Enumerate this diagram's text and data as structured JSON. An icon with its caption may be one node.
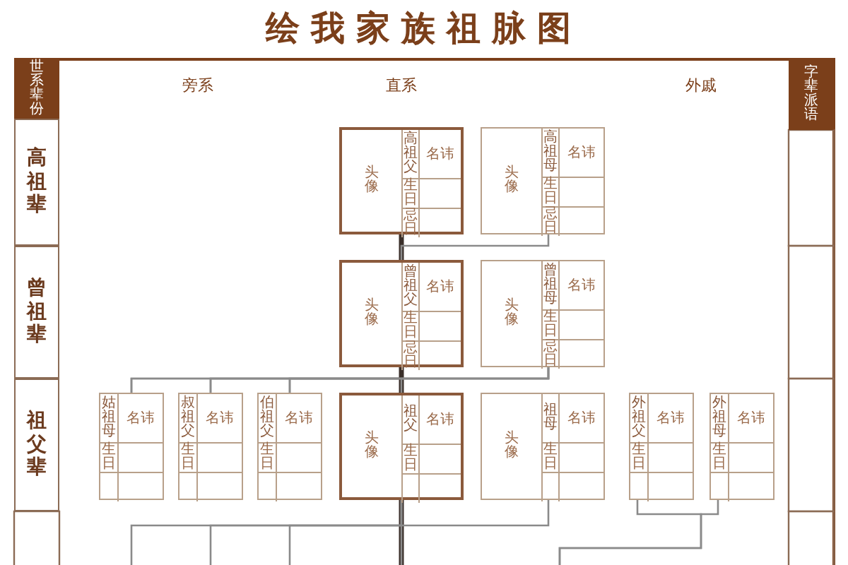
{
  "diagram": {
    "title": "绘我家族祖脉图",
    "nodes": [
      {
        "text": [
          "头像",
          "高祖父",
          "名讳",
          "生日",
          "忌日"
        ]
      },
      {
        "text": [
          "头像",
          "高祖母",
          "名讳",
          "生日",
          "忌日"
        ]
      },
      {
        "text": [
          "头像",
          "曾祖父",
          "名讳",
          "生日",
          "忌日"
        ]
      },
      {
        "text": [
          "头像",
          "曾祖母",
          "名讳",
          "生日",
          "忌日"
        ]
      },
      {
        "text": [
          "姑祖母",
          "名讳",
          "生日"
        ]
      },
      {
        "text": [
          "叔祖父",
          "名讳",
          "生日"
        ]
      },
      {
        "text": [
          "伯祖父",
          "名讳",
          "生日"
        ]
      },
      {
        "text": [
          "头像",
          "祖父",
          "名讳",
          "生日"
        ]
      },
      {
        "text": [
          "头像",
          "祖母",
          "名讳",
          "生日"
        ]
      },
      {
        "text": [
          "外祖父",
          "名讳",
          "生日"
        ]
      },
      {
        "text": [
          "外祖母",
          "名讳",
          "生日"
        ]
      },
      {
        "text": [
          "世系辈份"
        ]
      },
      {
        "text": [
          "高祖辈"
        ]
      },
      {
        "text": [
          "曾祖辈"
        ]
      },
      {
        "text": [
          "祖父辈"
        ]
      },
      {
        "text": [
          "字辈派语"
        ]
      }
    ],
    "edges": [
      {
        "from": 0,
        "to": 2,
        "arrow": "none",
        "style": "thick",
        "color": "#3a2f2a"
      },
      {
        "from": 1,
        "to": 2,
        "arrow": "none"
      },
      {
        "from": 2,
        "to": 4,
        "arrow": "none"
      },
      {
        "from": 2,
        "to": 5,
        "arrow": "none"
      },
      {
        "from": 2,
        "to": 6,
        "arrow": "none"
      },
      {
        "from": 2,
        "to": 7,
        "arrow": "none",
        "style": "thick",
        "color": "#3a2f2a"
      },
      {
        "from": 3,
        "to": 4,
        "arrow": "none"
      },
      {
        "from": 3,
        "to": 5,
        "arrow": "none"
      },
      {
        "from": 3,
        "to": 6,
        "arrow": "none"
      },
      {
        "from": 3,
        "to": 7,
        "arrow": "none"
      },
      {
        "from": 7,
        "to": null,
        "arrow": "none",
        "style": "thick",
        "color": "#3a2f2a"
      },
      {
        "from": 7,
        "to": null,
        "arrow": "none"
      },
      {
        "from": 7,
        "to": null,
        "arrow": "none"
      },
      {
        "from": 7,
        "to": null,
        "arrow": "none"
      },
      {
        "from": 8,
        "to": null,
        "arrow": "none"
      },
      {
        "from": 9,
        "to": null,
        "arrow": "none"
      },
      {
        "from": 10,
        "to": null,
        "arrow": "none"
      }
    ],
    "labels": [
      "旁系",
      "直系",
      "外戚"
    ]
  }
}
